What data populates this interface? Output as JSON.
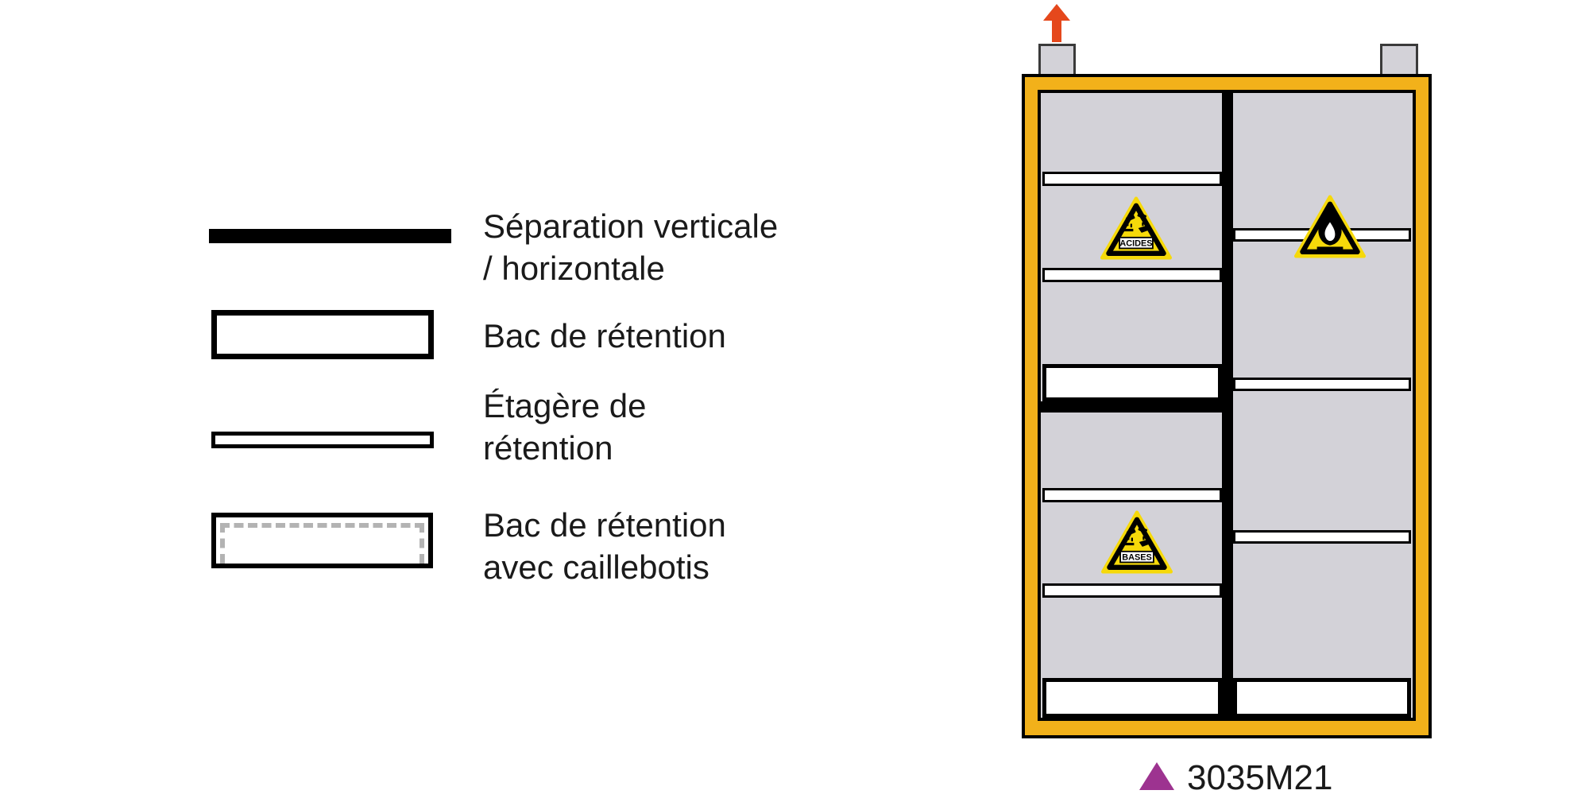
{
  "legend": {
    "items": [
      {
        "id": "separation",
        "label": "Séparation verticale\n/ horizontale"
      },
      {
        "id": "bac",
        "label": "Bac de rétention"
      },
      {
        "id": "etagere",
        "label": "Étagère de\nrétention"
      },
      {
        "id": "bac_caillebotis",
        "label": "Bac de rétention\navec caillebotis"
      }
    ]
  },
  "cabinet": {
    "signs": {
      "acids_label": "ACIDES",
      "bases_label": "BASES"
    },
    "model_code": "3035M21"
  },
  "colors": {
    "frame_yellow": "#F2B11A",
    "interior_gray": "#D3D2D8",
    "warning_yellow": "#F6D90A",
    "arrow_red": "#E5481C",
    "model_purple": "#9D3390",
    "line_black": "#000000"
  }
}
